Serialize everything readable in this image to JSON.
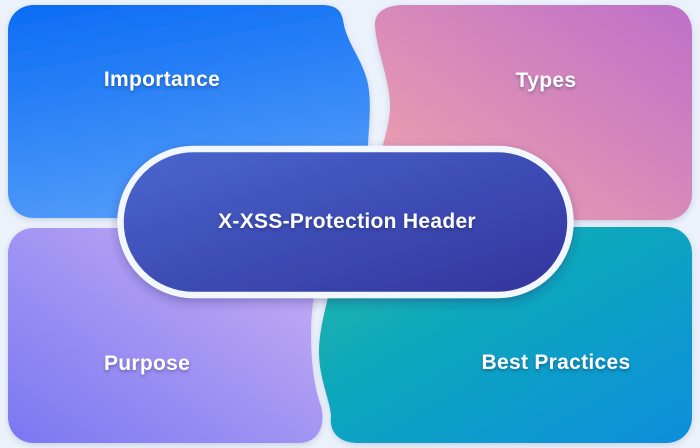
{
  "diagram": {
    "background_color": "#ecf2fb",
    "center": {
      "label": "X-XSS-Protection Header",
      "gradient": {
        "from": "#4a67cf",
        "to": "#32339c"
      },
      "ring_color": "#f2f6fd",
      "text_color": "#ffffff"
    },
    "cards": [
      {
        "id": "importance",
        "label": "Importance",
        "position": "top-left",
        "gradient": {
          "from": "#0b6cf4",
          "to": "#509af9"
        }
      },
      {
        "id": "types",
        "label": "Types",
        "position": "top-right",
        "gradient": {
          "from": "#f2a5aa",
          "to": "#bd6fc9"
        }
      },
      {
        "id": "purpose",
        "label": "Purpose",
        "position": "bottom-left",
        "gradient": {
          "from": "#7977f2",
          "to": "#cdb2f4"
        }
      },
      {
        "id": "best-practices",
        "label": "Best Practices",
        "position": "bottom-right",
        "gradient": {
          "from": "#15b8a6",
          "to": "#0a8edd"
        }
      }
    ]
  }
}
